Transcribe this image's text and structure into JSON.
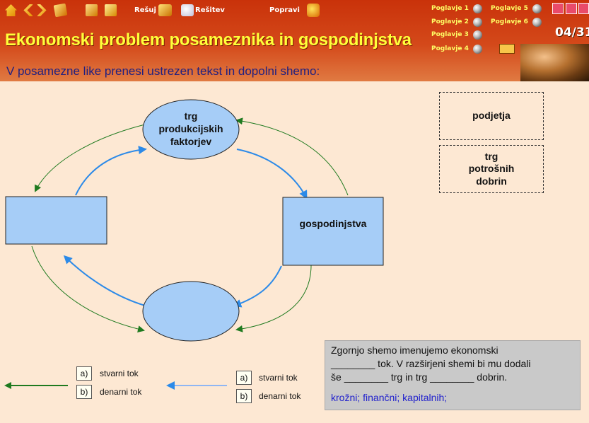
{
  "toolbar": {
    "solve_label": "Rešuj",
    "solution_label": "Rešitev",
    "fix_label": "Popravi"
  },
  "chapters": [
    "Poglavje 1",
    "Poglavje 2",
    "Poglavje 3",
    "Poglavje 4",
    "Poglavje 5",
    "Poglavje 6"
  ],
  "page_counter": "04/31",
  "title": "Ekonomski problem posameznika in gospodinjstva",
  "instruction": "V posamezne like prenesi ustrezen tekst in dopolni shemo:",
  "diagram": {
    "top_ellipse_lines": [
      "trg",
      "produkcijskih",
      "faktorjev"
    ],
    "right_box": "gospodinjstva",
    "left_box": "",
    "bottom_ellipse": ""
  },
  "draggables": {
    "box1": "podjetja",
    "box2_lines": [
      "trg",
      "potrošnih",
      "dobrin"
    ]
  },
  "legend": {
    "left": [
      {
        "key": "a)",
        "text": "stvarni tok"
      },
      {
        "key": "b)",
        "text": "denarni tok"
      }
    ],
    "right": [
      {
        "key": "a)",
        "text": "stvarni tok"
      },
      {
        "key": "b)",
        "text": "denarni tok"
      }
    ]
  },
  "fill_in": {
    "line1": "Zgornjo shemo imenujemo ekonomski",
    "line2_blank": "________",
    "line2_rest": " tok. V razširjeni shemi bi mu dodali",
    "line3_a": "še ",
    "line3_blank1": "________",
    "line3_b": " trg in trg ",
    "line3_blank2": "________",
    "line3_c": " dobrin.",
    "options": "krožni; finančni; kapitalnih;"
  },
  "colors": {
    "header": "#c9320a",
    "title": "#ffff3a",
    "node_fill": "#a6cdf7",
    "real_flow": "#1f7a1f",
    "money_flow": "#2c8ae8",
    "background": "#fde8d3"
  }
}
